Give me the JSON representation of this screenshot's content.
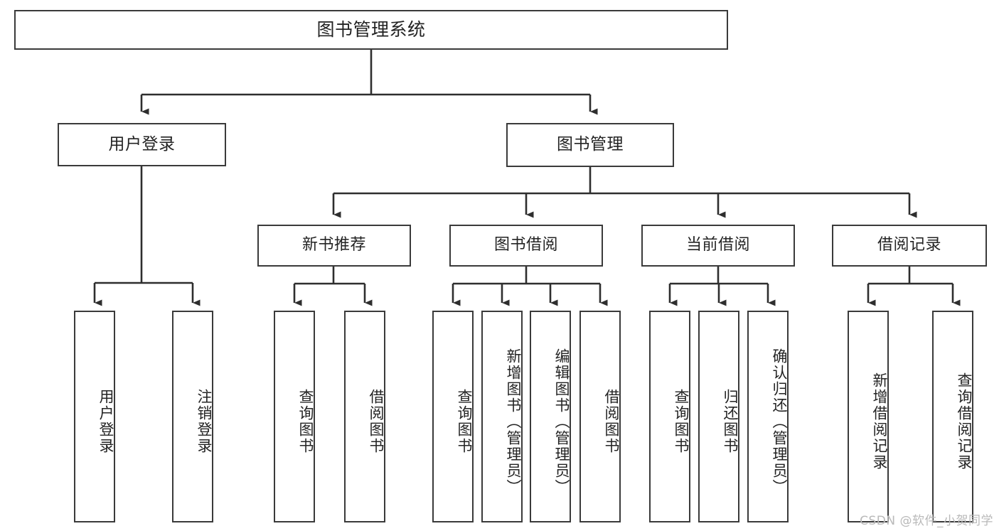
{
  "diagram": {
    "title": "图书管理系统",
    "watermark": "CSDN @软件_小贺同学",
    "accent_color": "#3a3a3a",
    "text_color": "#232323",
    "background_color": "#ffffff",
    "nodes": {
      "root": {
        "label": "图书管理系统"
      },
      "level2": [
        {
          "label": "用户登录"
        },
        {
          "label": "图书管理"
        }
      ],
      "level3": [
        {
          "label": "新书推荐"
        },
        {
          "label": "图书借阅"
        },
        {
          "label": "当前借阅"
        },
        {
          "label": "借阅记录"
        }
      ],
      "leaves": {
        "user_login": [
          {
            "label": "用户登录"
          },
          {
            "label": "注销登录"
          }
        ],
        "new_book_recommend": [
          {
            "label": "查询图书"
          },
          {
            "label": "借阅图书"
          }
        ],
        "book_borrow": [
          {
            "label": "查询图书"
          },
          {
            "label": "新增图书（管理员）"
          },
          {
            "label": "编辑图书（管理员）"
          },
          {
            "label": "借阅图书"
          }
        ],
        "current_borrow": [
          {
            "label": "查询图书"
          },
          {
            "label": "归还图书"
          },
          {
            "label": "确认归还（管理员）"
          }
        ],
        "borrow_record": [
          {
            "label": "新增借阅记录"
          },
          {
            "label": "查询借阅记录"
          }
        ]
      }
    }
  }
}
